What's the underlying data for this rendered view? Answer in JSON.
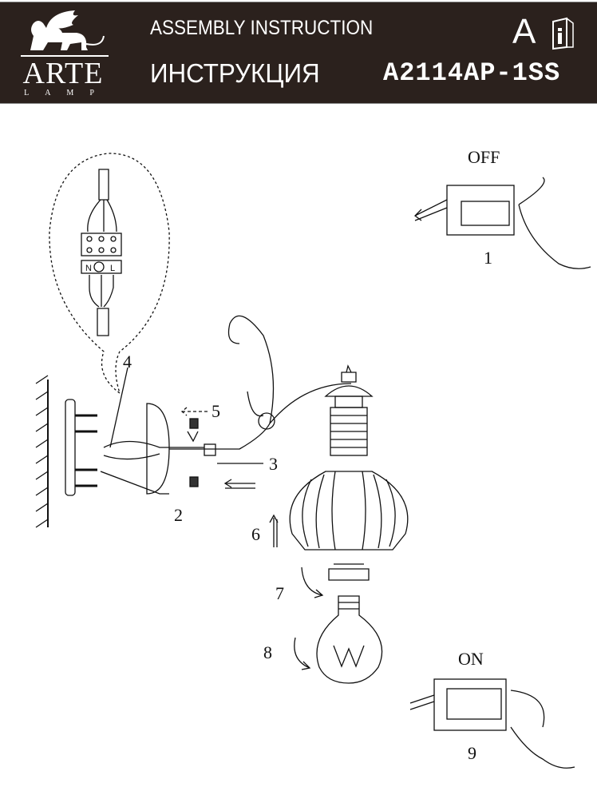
{
  "header": {
    "brand_name": "ARTE",
    "brand_sub": "LAMP",
    "title_en": "ASSEMBLY INSTRUCTION",
    "title_ru": "ИНСТРУКЦИЯ",
    "model": "A2114AP-1SS",
    "language_letter": "A",
    "manual_icon": "info-book-icon"
  },
  "diagram": {
    "switch_off_label": "OFF",
    "switch_on_label": "ON",
    "terminal_neutral": "N",
    "terminal_live": "L",
    "steps": [
      "1",
      "2",
      "3",
      "4",
      "5",
      "6",
      "7",
      "8",
      "9"
    ]
  }
}
